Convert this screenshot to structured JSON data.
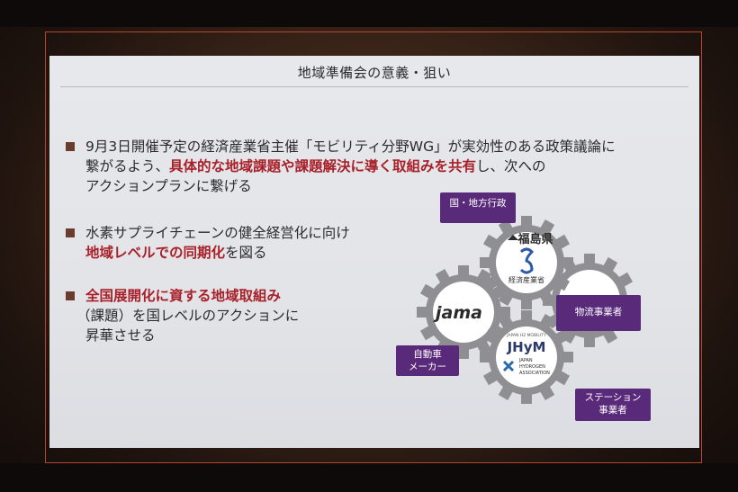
{
  "slide": {
    "title": "地域準備会の意義・狙い",
    "bullets": [
      {
        "line1_a": "9月3日開催予定の経済産業省主催「モビリティ分野WG」が実効性のある政策議論に",
        "line2_a": "繋がるよう、",
        "line2_hl": "具体的な地域課題や課題解決に導く取組みを共有",
        "line2_b": "し、次への",
        "line3_a": "アクションプランに繋げる"
      },
      {
        "line1_a": "水素サプライチェーンの健全経営化に向け",
        "line2_hl": "地域レベルでの同期化",
        "line2_b": "を図る"
      },
      {
        "line1_hl": "全国展開化に資する地域取組み",
        "line2_a": "（課題）を国レベルのアクションに",
        "line3_a": "昇華させる"
      }
    ]
  },
  "diagram": {
    "gear_center": {
      "logo_top": "福島県",
      "logo_bottom": "経済産業省"
    },
    "gear_left": {
      "logo": "jama"
    },
    "gear_bottom": {
      "logo_small": "JAPAN H2 MOBILITY",
      "logo": "JHyM",
      "sub1": "JAPAN",
      "sub2": "HYDROGEN",
      "sub3": "ASSOCIATION"
    },
    "tags": {
      "government": "国・地方行政",
      "logistics": "物流事業者",
      "automaker_1": "自動車",
      "automaker_2": "メーカー",
      "station_1": "ステーション",
      "station_2": "事業者"
    }
  },
  "colors": {
    "highlight": "#a8212a",
    "tag_bg": "#5a2a7a",
    "bullet": "#6b3b2e",
    "gear": "#8c8c90"
  }
}
